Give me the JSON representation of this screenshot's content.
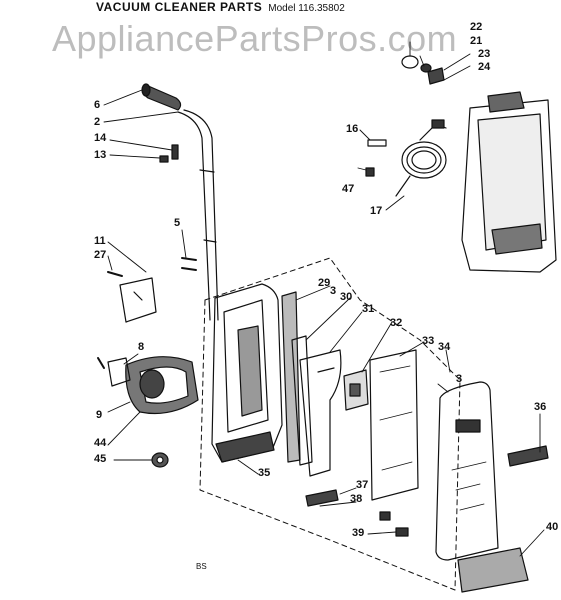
{
  "header": {
    "title": "VACUUM CLEANER PARTS",
    "model": "Model 116.35802"
  },
  "watermark": "AppliancePartsPros.com",
  "footer_mark": "BS",
  "callouts": [
    {
      "id": "p22",
      "label": "22"
    },
    {
      "id": "p21",
      "label": "21"
    },
    {
      "id": "p23",
      "label": "23"
    },
    {
      "id": "p24",
      "label": "24"
    },
    {
      "id": "p6",
      "label": "6"
    },
    {
      "id": "p2",
      "label": "2"
    },
    {
      "id": "p14",
      "label": "14"
    },
    {
      "id": "p13",
      "label": "13"
    },
    {
      "id": "p16",
      "label": "16"
    },
    {
      "id": "p47",
      "label": "47"
    },
    {
      "id": "p17",
      "label": "17"
    },
    {
      "id": "p5",
      "label": "5"
    },
    {
      "id": "p11",
      "label": "11"
    },
    {
      "id": "p27",
      "label": "27"
    },
    {
      "id": "p29",
      "label": "29"
    },
    {
      "id": "p3a",
      "label": "3"
    },
    {
      "id": "p30",
      "label": "30"
    },
    {
      "id": "p31",
      "label": "31"
    },
    {
      "id": "p32",
      "label": "32"
    },
    {
      "id": "p33",
      "label": "33"
    },
    {
      "id": "p34",
      "label": "34"
    },
    {
      "id": "p3b",
      "label": "3"
    },
    {
      "id": "p8",
      "label": "8"
    },
    {
      "id": "p36",
      "label": "36"
    },
    {
      "id": "p9",
      "label": "9"
    },
    {
      "id": "p44",
      "label": "44"
    },
    {
      "id": "p45",
      "label": "45"
    },
    {
      "id": "p35",
      "label": "35"
    },
    {
      "id": "p37",
      "label": "37"
    },
    {
      "id": "p38",
      "label": "38"
    },
    {
      "id": "p39",
      "label": "39"
    },
    {
      "id": "p40",
      "label": "40"
    }
  ]
}
